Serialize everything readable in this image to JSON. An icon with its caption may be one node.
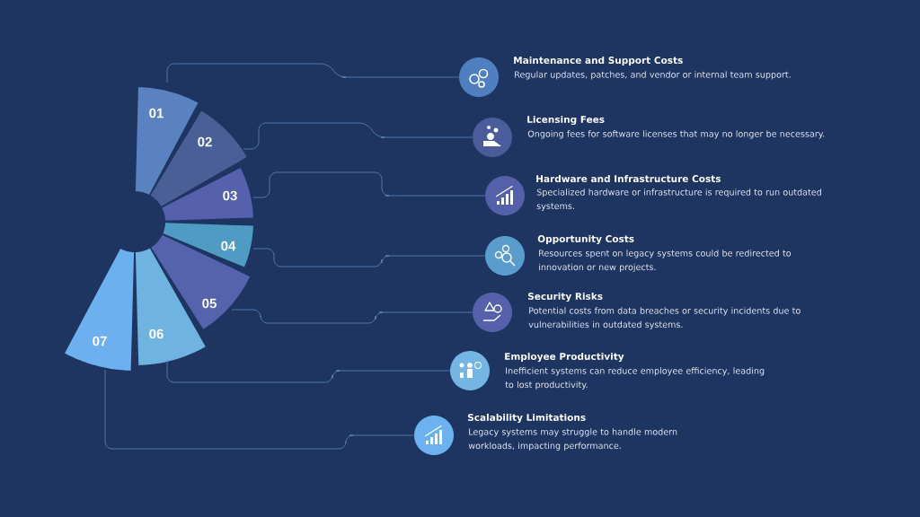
{
  "diagram": {
    "nodes": [
      {
        "text": [
          "01"
        ]
      },
      {
        "text": [
          "02"
        ]
      },
      {
        "text": [
          "03"
        ]
      },
      {
        "text": [
          "04"
        ]
      },
      {
        "text": [
          "05"
        ]
      },
      {
        "text": [
          "06"
        ]
      },
      {
        "text": [
          "07"
        ]
      },
      {
        "text": [],
        "shape": "circle",
        "beside": [
          "Maintenance and Support Costs",
          "Regular updates, patches, and vendor or internal team support."
        ]
      },
      {
        "text": [],
        "shape": "circle",
        "beside": [
          "Licensing Fees",
          "Ongoing fees for software licenses that may no longer be necessary."
        ]
      },
      {
        "text": [],
        "shape": "circle",
        "beside": [
          "Hardware and Infrastructure Costs",
          "Specialized hardware or infrastructure is required to run outdated systems."
        ]
      },
      {
        "text": [],
        "shape": "circle",
        "beside": [
          "Opportunity Costs",
          "Resources spent on legacy systems could be redirected to innovation or new projects."
        ]
      },
      {
        "text": [],
        "shape": "circle",
        "beside": [
          "Security Risks",
          "Potential costs from data breaches or security incidents due to vulnerabilities in outdated systems."
        ]
      },
      {
        "text": [],
        "shape": "circle",
        "beside": [
          "Employee Productivity",
          "Inefficient systems can reduce employee efficiency, leading to lost productivity."
        ]
      },
      {
        "text": [],
        "shape": "circle",
        "beside": [
          "Scalability Limitations",
          "Legacy systems may struggle to handle modern workloads, impacting performance."
        ]
      }
    ],
    "edges": [
      {
        "from": 0,
        "to": 7,
        "arrow": "none"
      },
      {
        "from": 1,
        "to": 8,
        "arrow": "none"
      },
      {
        "from": 2,
        "to": 9,
        "arrow": "none"
      },
      {
        "from": 3,
        "to": 10,
        "arrow": "none"
      },
      {
        "from": 4,
        "to": 11,
        "arrow": "none"
      },
      {
        "from": 5,
        "to": 12,
        "arrow": "none"
      },
      {
        "from": 6,
        "to": 13,
        "arrow": "none"
      }
    ]
  }
}
